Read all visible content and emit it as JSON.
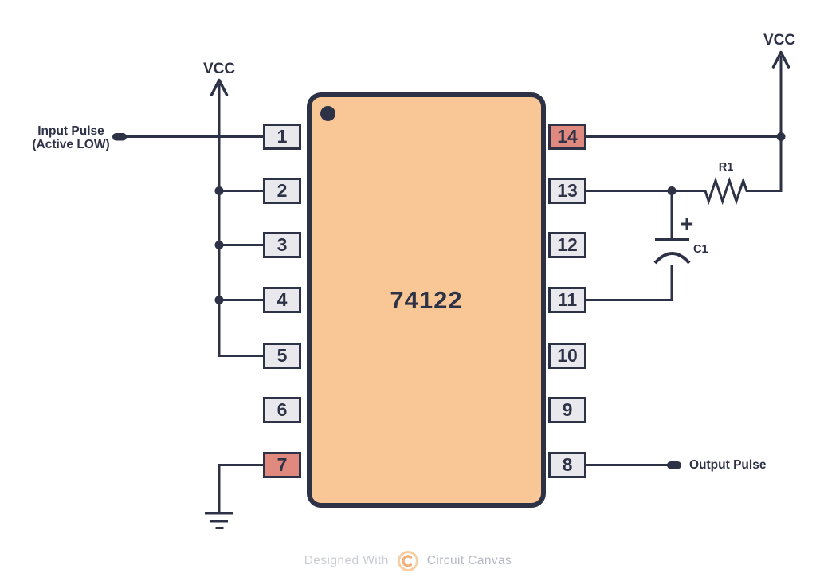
{
  "colors": {
    "bg": "#ffffff",
    "navy": "#2e3247",
    "chip-fill": "#f8c795",
    "pin-fill": "#e9e9ed",
    "pin-highlight": "#e08a7f",
    "footer-text": "#c9ccd6",
    "footer-brand": "#b4b8c4",
    "logo-orange": "#f2b17c",
    "logo-orange-light": "#f8d0a8"
  },
  "chip": {
    "label": "74122"
  },
  "pins": {
    "left": [
      {
        "number": "1",
        "highlight": false
      },
      {
        "number": "2",
        "highlight": false
      },
      {
        "number": "3",
        "highlight": false
      },
      {
        "number": "4",
        "highlight": false
      },
      {
        "number": "5",
        "highlight": false
      },
      {
        "number": "6",
        "highlight": false
      },
      {
        "number": "7",
        "highlight": true
      }
    ],
    "right": [
      {
        "number": "14",
        "highlight": true
      },
      {
        "number": "13",
        "highlight": false
      },
      {
        "number": "12",
        "highlight": false
      },
      {
        "number": "11",
        "highlight": false
      },
      {
        "number": "10",
        "highlight": false
      },
      {
        "number": "9",
        "highlight": false
      },
      {
        "number": "8",
        "highlight": false
      }
    ]
  },
  "labels": {
    "vcc_left": "VCC",
    "vcc_right": "VCC",
    "input_line1": "Input Pulse",
    "input_line2": "(Active LOW)",
    "output": "Output Pulse",
    "resistor": "R1",
    "capacitor": "C1",
    "capacitor_polarity": "+"
  },
  "footer": {
    "designed_with": "Designed With",
    "brand": "Circuit Canvas"
  }
}
